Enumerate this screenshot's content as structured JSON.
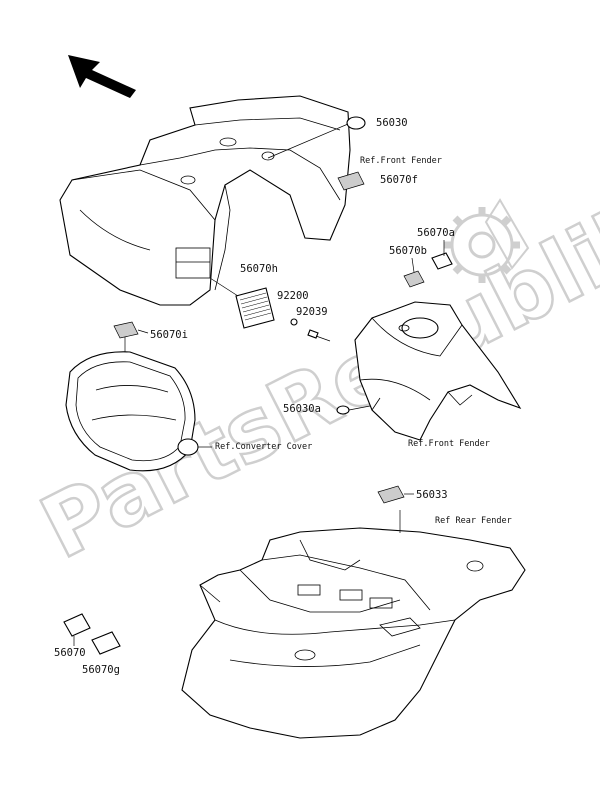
{
  "watermark": {
    "text": "PartsRepublik",
    "color": "#cfcfcf"
  },
  "labels": {
    "p56030": "56030",
    "ref_front_fender_1": "Ref.Front Fender",
    "p56070f": "56070f",
    "p56070a": "56070a",
    "p56070b": "56070b",
    "p56070h": "56070h",
    "p92200": "92200",
    "p92039": "92039",
    "p56070i": "56070i",
    "p56030a": "56030a",
    "ref_converter_cover": "Ref.Converter Cover",
    "ref_front_fender_2": "Ref.Front Fender",
    "p56033": "56033",
    "ref_rear_fender": "Ref Rear Fender",
    "p56070": "56070",
    "p56070g": "56070g"
  },
  "icons": {
    "direction": "arrow-up-left-icon",
    "watermark_gear": "gear-icon"
  }
}
